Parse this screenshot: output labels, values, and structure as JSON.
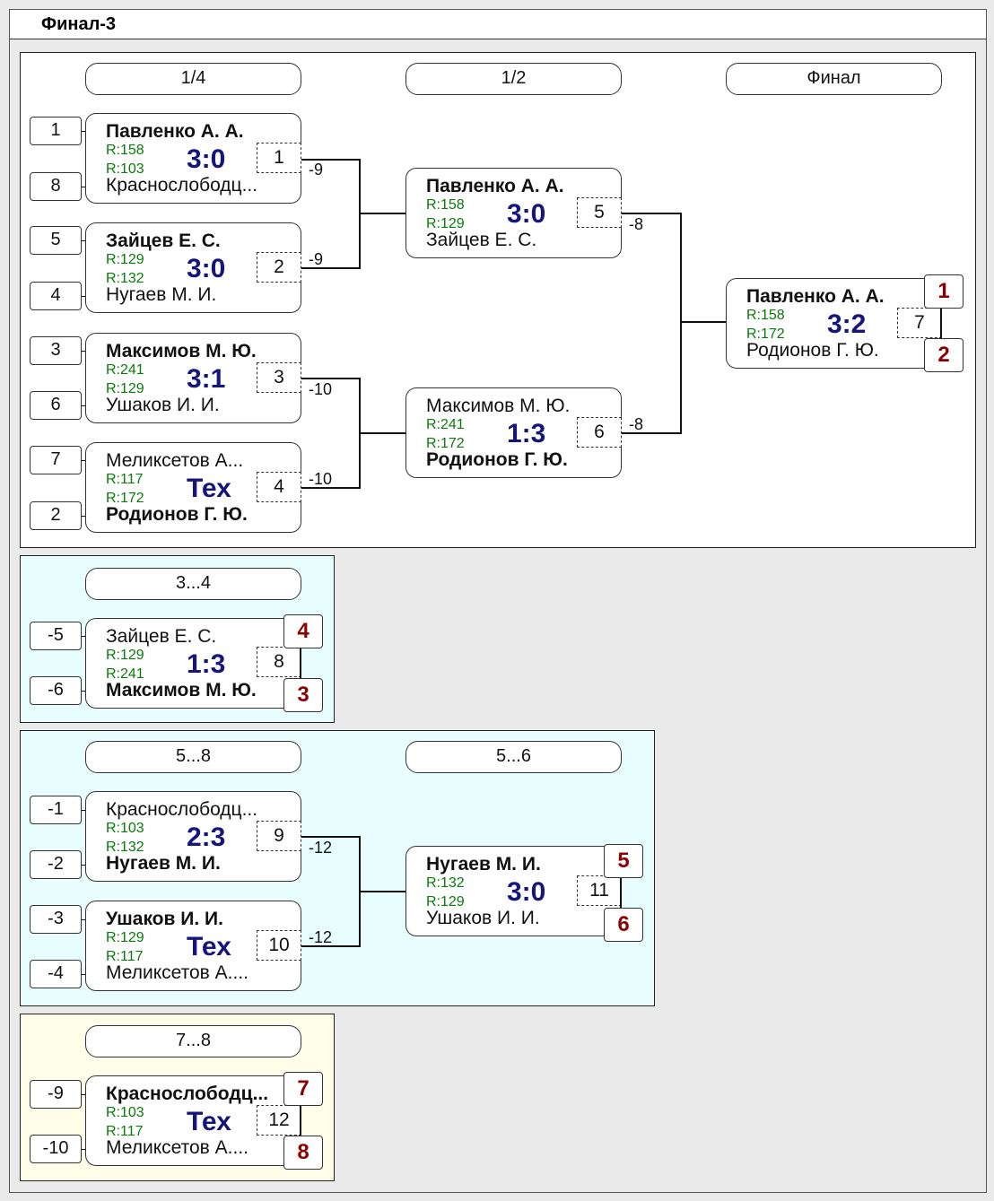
{
  "title": "Финал-3",
  "colors": {
    "score": "#15157a",
    "rating": "#0a7a0a",
    "place": "#8b0000",
    "panel_cyan": "#e8fdfd",
    "panel_yellow": "#fefde8"
  },
  "main": {
    "rounds": [
      "1/4",
      "1/2",
      "Финал"
    ],
    "seeds": [
      "1",
      "8",
      "5",
      "4",
      "3",
      "6",
      "7",
      "2"
    ],
    "matches": [
      {
        "p1": "Павленко А. А.",
        "r1": "R:158",
        "score": "3:0",
        "r2": "R:103",
        "p2": "Краснослободц...",
        "num": "1",
        "loser": "-9"
      },
      {
        "p1": "Зайцев Е. С.",
        "r1": "R:129",
        "score": "3:0",
        "r2": "R:132",
        "p2": "Нугаев М. И.",
        "num": "2",
        "loser": "-9"
      },
      {
        "p1": "Максимов М. Ю.",
        "r1": "R:241",
        "score": "3:1",
        "r2": "R:129",
        "p2": "Ушаков И. И.",
        "num": "3",
        "loser": "-10"
      },
      {
        "p1": "Меликсетов А...",
        "r1": "R:117",
        "score": "Тех",
        "r2": "R:172",
        "p2": "Родионов Г. Ю.",
        "num": "4",
        "loser": "-10"
      },
      {
        "p1": "Павленко А. А.",
        "r1": "R:158",
        "score": "3:0",
        "r2": "R:129",
        "p2": "Зайцев Е. С.",
        "num": "5",
        "loser": "-8"
      },
      {
        "p1": "Максимов М. Ю.",
        "r1": "R:241",
        "score": "1:3",
        "r2": "R:172",
        "p2": "Родионов Г. Ю.",
        "num": "6",
        "loser": "-8"
      },
      {
        "p1": "Павленко А. А.",
        "r1": "R:158",
        "score": "3:2",
        "r2": "R:172",
        "p2": "Родионов Г. Ю.",
        "num": "7",
        "place1": "1",
        "place2": "2"
      }
    ]
  },
  "third": {
    "round": "3...4",
    "seeds": [
      "-5",
      "-6"
    ],
    "match": {
      "p1": "Зайцев Е. С.",
      "r1": "R:129",
      "score": "1:3",
      "r2": "R:241",
      "p2": "Максимов М. Ю.",
      "num": "8",
      "place1": "4",
      "place2": "3"
    }
  },
  "fifth": {
    "rounds": [
      "5...8",
      "5...6"
    ],
    "seeds": [
      "-1",
      "-2",
      "-3",
      "-4"
    ],
    "matches": [
      {
        "p1": "Краснослободц...",
        "r1": "R:103",
        "score": "2:3",
        "r2": "R:132",
        "p2": "Нугаев М. И.",
        "num": "9",
        "loser": "-12"
      },
      {
        "p1": "Ушаков И. И.",
        "r1": "R:129",
        "score": "Тех",
        "r2": "R:117",
        "p2": "Меликсетов А....",
        "num": "10",
        "loser": "-12"
      },
      {
        "p1": "Нугаев М. И.",
        "r1": "R:132",
        "score": "3:0",
        "r2": "R:129",
        "p2": "Ушаков И. И.",
        "num": "11",
        "place1": "5",
        "place2": "6"
      }
    ]
  },
  "seventh": {
    "round": "7...8",
    "seeds": [
      "-9",
      "-10"
    ],
    "match": {
      "p1": "Краснослободц...",
      "r1": "R:103",
      "score": "Тех",
      "r2": "R:117",
      "p2": "Меликсетов А....",
      "num": "12",
      "place1": "7",
      "place2": "8"
    }
  }
}
